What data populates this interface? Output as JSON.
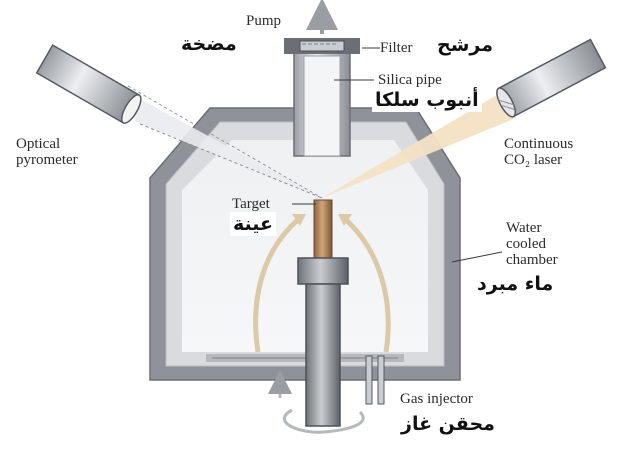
{
  "labels": {
    "pump": "Pump",
    "filter": "Filter",
    "silica_pipe": "Silica pipe",
    "optical_pyrometer_line1": "Optical",
    "optical_pyrometer_line2": "pyrometer",
    "continuous_line1": "Continuous",
    "co2_laser": "CO₂ laser",
    "target": "Target",
    "water_line1": "Water",
    "water_line2": "cooled",
    "water_line3": "chamber",
    "gas_injector": "Gas injector"
  },
  "arabic_labels": {
    "filter": "مرشح",
    "pump": "مضخة",
    "silica_pipe": "أنبوب سلكا",
    "target": "عينة",
    "water_cooled_chamber": "ماء مبرد",
    "gas_injector": "محقن غاز"
  },
  "colors": {
    "metal_outer": "#8f9399",
    "metal_inner": "#d9dbde",
    "chamber_inside": "#f1f2f3",
    "target_rod": "#b8895e",
    "gas_flow": "#dcc9a8",
    "laser_beam": "#f3e2c4",
    "pyrometer_beam": "#ebedf0"
  }
}
